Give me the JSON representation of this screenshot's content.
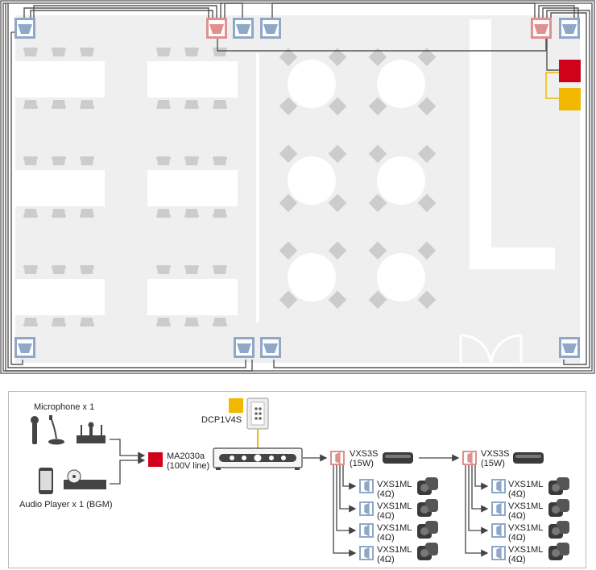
{
  "palette": {
    "floor": "#efefef",
    "wall": "#555555",
    "speaker_blue": "#8fa8c8",
    "speaker_red": "#e0908e",
    "amp_red": "#d0021b",
    "controller_yellow": "#f0b800",
    "chair": "#cccccc",
    "table": "#ffffff",
    "wire": "#444444"
  },
  "floorplan": {
    "ceiling_speaker_icon": "ceiling-speaker-icon",
    "amplifier_icon": "amplifier-block-icon",
    "controller_icon": "controller-block-icon",
    "rectangular_tables": 6,
    "round_tables": 6,
    "door_icon": "double-door-icon"
  },
  "diagram": {
    "sources": {
      "microphone_label": "Microphone x 1",
      "audio_player_label": "Audio Player x 1 (BGM)"
    },
    "controller": {
      "model": "DCP1V4S"
    },
    "amplifier": {
      "model": "MA2030a",
      "spec": "(100V line)"
    },
    "zones": [
      {
        "subwoofer_model": "VXS3S",
        "subwoofer_spec": "(15W)",
        "satellites": [
          {
            "model": "VXS1ML",
            "spec": "(4Ω)"
          },
          {
            "model": "VXS1ML",
            "spec": "(4Ω)"
          },
          {
            "model": "VXS1ML",
            "spec": "(4Ω)"
          },
          {
            "model": "VXS1ML",
            "spec": "(4Ω)"
          }
        ]
      },
      {
        "subwoofer_model": "VXS3S",
        "subwoofer_spec": "(15W)",
        "satellites": [
          {
            "model": "VXS1ML",
            "spec": "(4Ω)"
          },
          {
            "model": "VXS1ML",
            "spec": "(4Ω)"
          },
          {
            "model": "VXS1ML",
            "spec": "(4Ω)"
          },
          {
            "model": "VXS1ML",
            "spec": "(4Ω)"
          }
        ]
      }
    ]
  }
}
